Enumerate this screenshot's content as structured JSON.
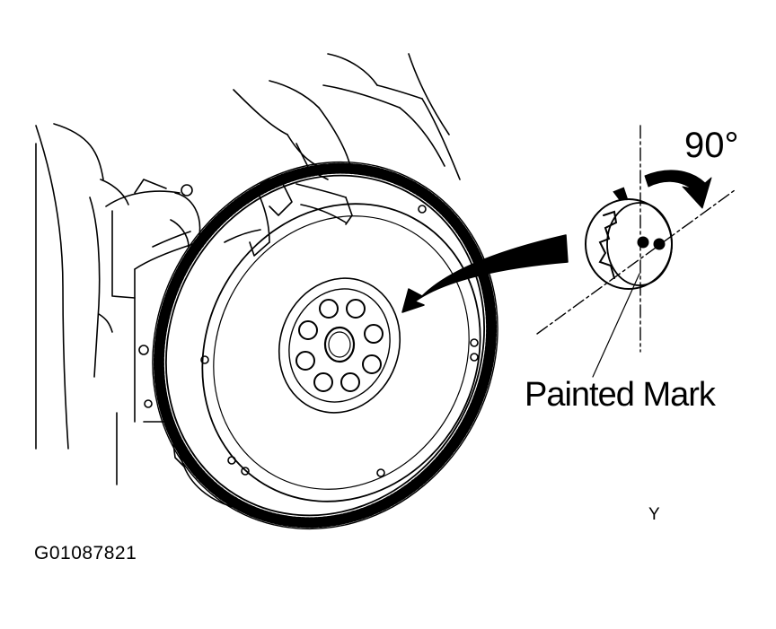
{
  "diagram": {
    "angle_label": "90°",
    "callout_label": "Painted Mark",
    "view_letter": "Y",
    "figure_id": "G01087821"
  },
  "colors": {
    "line": "#000000",
    "background": "#ffffff"
  }
}
